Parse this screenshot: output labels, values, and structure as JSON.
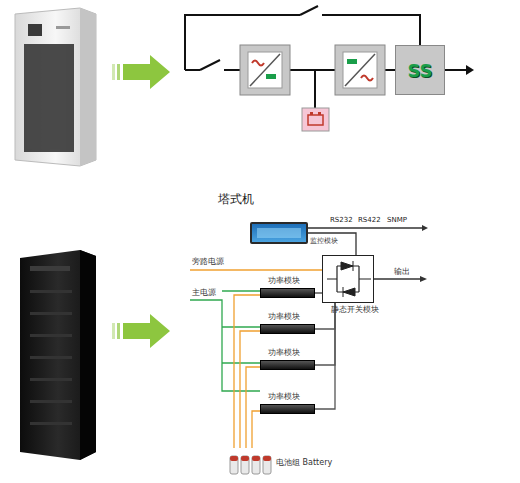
{
  "diagram": {
    "nodes": [
      {
        "text": [
          "SS"
        ]
      },
      {
        "text": [
          "监控模块"
        ]
      },
      {
        "text": [
          "静态开关模块"
        ]
      },
      {
        "text": [
          "功率模块"
        ]
      },
      {
        "text": [
          "功率模块"
        ]
      },
      {
        "text": [
          "功率模块"
        ]
      },
      {
        "text": [
          "功率模块"
        ]
      },
      {
        "text": [
          "电池组 Battery"
        ]
      }
    ],
    "edges": [
      {
        "from": 3,
        "to": 2,
        "arrow": "none"
      },
      {
        "from": 4,
        "to": 2,
        "arrow": "none"
      },
      {
        "from": 5,
        "to": 2,
        "arrow": "none"
      },
      {
        "from": 6,
        "to": 2,
        "arrow": "none"
      },
      {
        "from": 7,
        "to": 3,
        "arrow": "none"
      },
      {
        "from": 7,
        "to": 4,
        "arrow": "none"
      },
      {
        "from": 7,
        "to": 5,
        "arrow": "none"
      },
      {
        "from": 7,
        "to": 6,
        "arrow": "none"
      },
      {
        "from": 1,
        "to": 2,
        "arrow": "none"
      }
    ],
    "labels": [
      "塔式机",
      "RS232",
      "RS422",
      "SNMP",
      "旁路电源",
      "主电源",
      "输出"
    ]
  }
}
